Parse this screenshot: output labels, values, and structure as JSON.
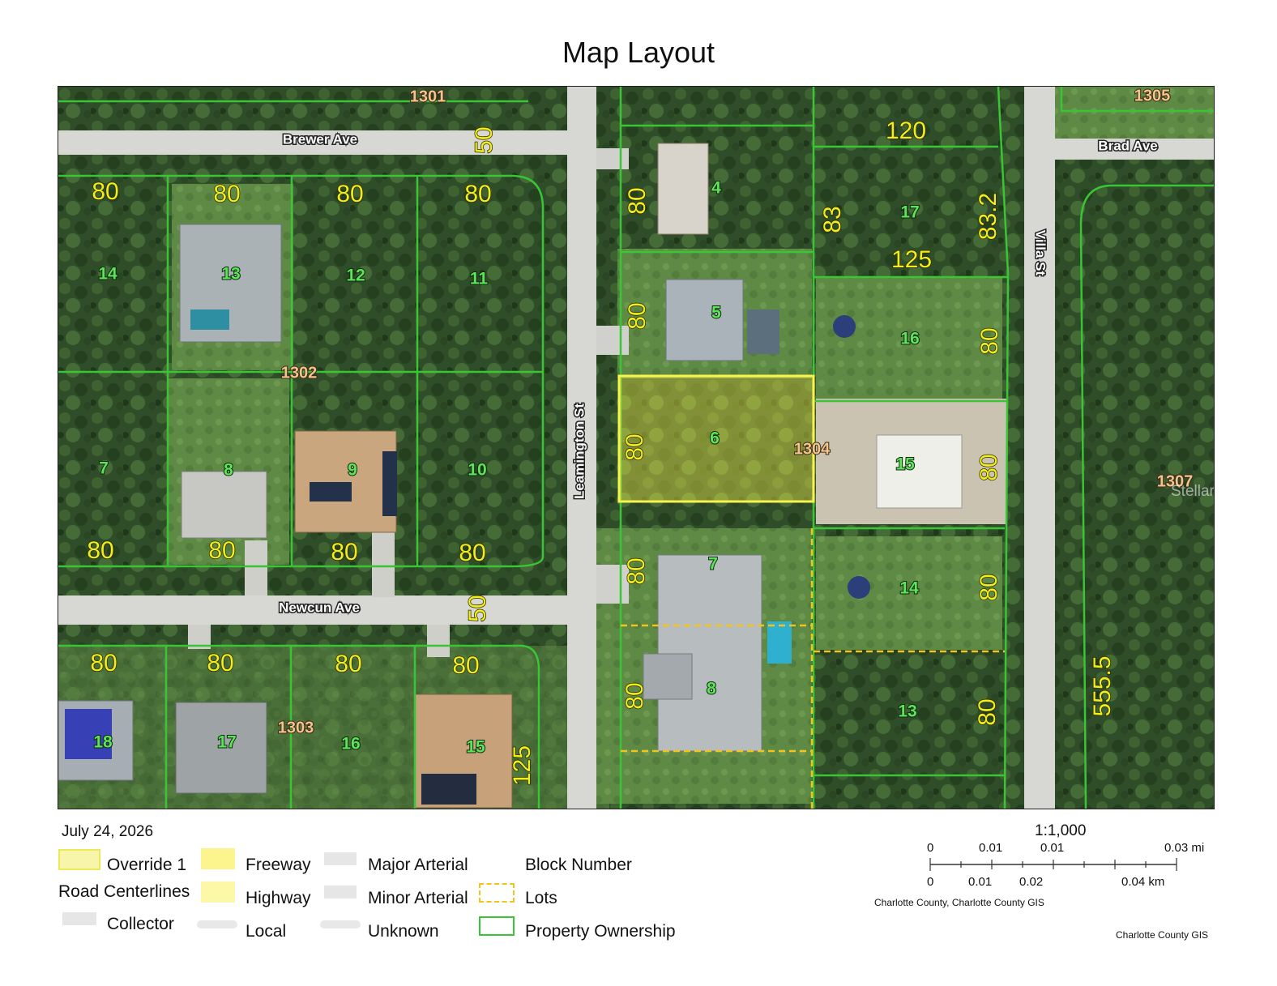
{
  "title": "Map Layout",
  "date": "July 24, 2026",
  "watermark": "StellarMLS",
  "colors": {
    "parcel": "#39c535",
    "dimension": "#f2ee1c",
    "highlight": "#f6f04a",
    "lot_line": "#f3c41b",
    "block": "#f3c58d",
    "street": "#d7d8d4"
  },
  "streets": [
    {
      "id": "brewer",
      "label": "Brewer Ave"
    },
    {
      "id": "brad",
      "label": "Brad Ave"
    },
    {
      "id": "newcun",
      "label": "Newcun Ave"
    },
    {
      "id": "leamington",
      "label": "Leamington St"
    },
    {
      "id": "villa",
      "label": "Villa St"
    }
  ],
  "blocks": [
    "1301",
    "1302",
    "1303",
    "1304",
    "1305",
    "1307"
  ],
  "lot_numbers": [
    "4",
    "5",
    "6",
    "7",
    "8",
    "9",
    "10",
    "11",
    "12",
    "13",
    "14",
    "7",
    "8",
    "9",
    "10",
    "11",
    "12",
    "13",
    "14",
    "15",
    "16",
    "17",
    "18",
    "13",
    "14",
    "15",
    "16",
    "17"
  ],
  "dimensions": [
    "80",
    "120",
    "125",
    "83",
    "83.2",
    "50",
    "555.5"
  ],
  "legend": {
    "override": "Override 1",
    "road_centerlines": "Road Centerlines",
    "collector": "Collector",
    "freeway": "Freeway",
    "highway": "Highway",
    "local": "Local",
    "major_arterial": "Major Arterial",
    "minor_arterial": "Minor Arterial",
    "unknown": "Unknown",
    "block_number": "Block Number",
    "lots": "Lots",
    "property_ownership": "Property Ownership"
  },
  "scale": {
    "ratio": "1:1,000",
    "mi_ticks": [
      "0",
      "0.01",
      "0.01",
      "0.03 mi"
    ],
    "km_ticks": [
      "0",
      "0.01",
      "0.02",
      "0.04 km"
    ]
  },
  "credits": {
    "bar": "Charlotte County, Charlotte County GIS",
    "corner": "Charlotte County GIS"
  }
}
